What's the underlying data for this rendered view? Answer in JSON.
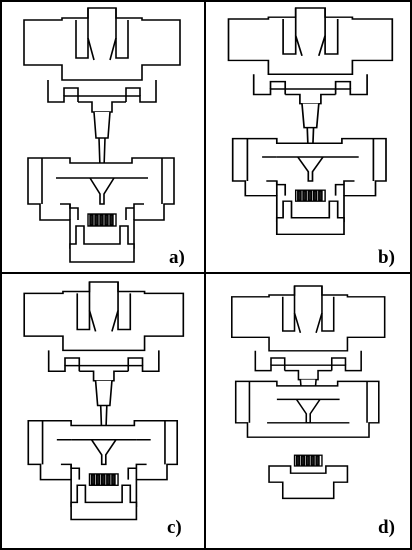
{
  "figure": {
    "colors": {
      "ink": "#000000",
      "paper": "#ffffff",
      "insert": "#1a1a1a"
    },
    "panels": [
      {
        "id": "a",
        "label": "a)"
      },
      {
        "id": "b",
        "label": "b)"
      },
      {
        "id": "c",
        "label": "c)"
      },
      {
        "id": "d",
        "label": "d)"
      }
    ]
  }
}
